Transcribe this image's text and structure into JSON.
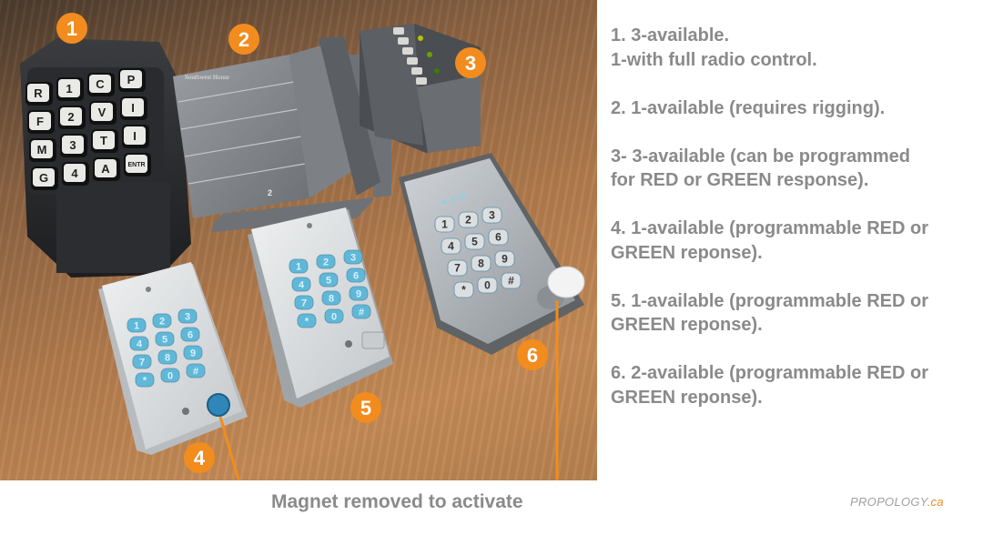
{
  "devices": {
    "badges": [
      "1",
      "2",
      "3",
      "4",
      "5",
      "6"
    ],
    "keypad1_keys": [
      "R",
      "1",
      "C",
      "P",
      "F",
      "2",
      "V",
      "I",
      "M",
      "3",
      "T",
      "I",
      "G",
      "4",
      "A",
      "ENTR"
    ],
    "card_reader_label": "2",
    "card_reader_brand": "Southwest House",
    "keypad_blue_digits": [
      "1",
      "2",
      "3",
      "4",
      "5",
      "6",
      "7",
      "8",
      "9",
      "*",
      "0",
      "#"
    ],
    "keypad6_digits": [
      "1",
      "2",
      "3",
      "4",
      "5",
      "6",
      "7",
      "8",
      "9",
      "*",
      "0",
      "#"
    ]
  },
  "notes": [
    "1. 3-available.\n1-with full radio control.",
    "2. 1-available (requires rigging).",
    "3- 3-available (can be programmed\nfor RED or GREEN response).",
    "4. 1-available (programmable RED or\nGREEN reponse).",
    "5. 1-available (programmable RED or\nGREEN reponse).",
    "6. 2-available (programmable RED or\nGREEN reponse)."
  ],
  "callout": "Magnet removed to activate",
  "brand": {
    "main": "PROPOLOGY",
    "suffix": ".ca"
  },
  "colors": {
    "accent": "#f28c1e",
    "text": "#8a8a8a",
    "callout_line": "#f28c1e"
  }
}
